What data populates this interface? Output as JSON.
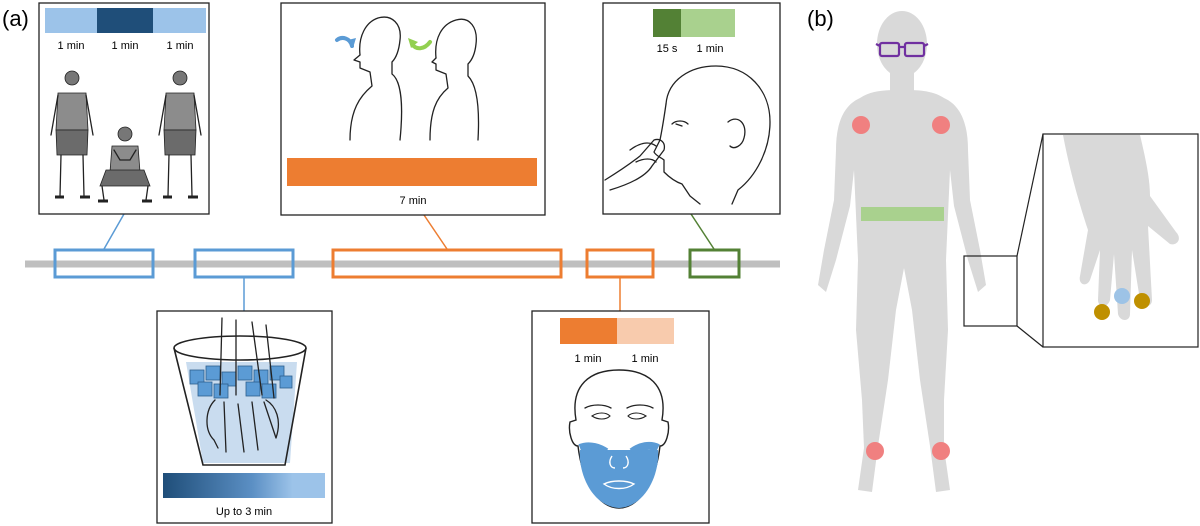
{
  "panel_a": {
    "letter": "(a)",
    "exercise": {
      "segments": [
        "1 min",
        "1 min",
        "1 min"
      ]
    },
    "cold_pressor": {
      "duration": "Up to 3 min"
    },
    "breathing": {
      "duration": "7 min"
    },
    "face_cooling": {
      "segments": [
        "1 min",
        "1 min"
      ]
    },
    "nose_pinch": {
      "segments": [
        "15 s",
        "1 min"
      ]
    }
  },
  "panel_b": {
    "letter": "(b)"
  },
  "colors": {
    "blue_light": "#9cc3e9",
    "blue_dark": "#1f4e79",
    "orange": "#ed7d31",
    "orange_light": "#f8cbad",
    "green_dark": "#538135",
    "green_light": "#a9d18e",
    "timeline": "#bfbfbf",
    "body": "#d9d9d9",
    "sensor_red": "#f08080",
    "sensor_gold": "#bf9000",
    "sensor_blue": "#9dc3e6",
    "glasses": "#7030a0"
  }
}
